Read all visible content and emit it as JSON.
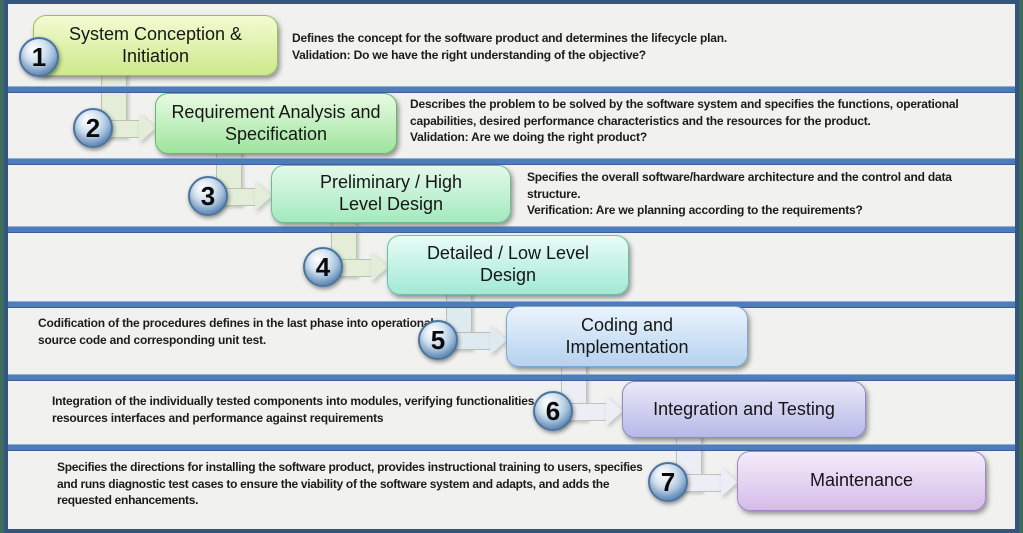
{
  "phases": [
    {
      "number": "1",
      "title": "System Conception & Initiation",
      "description": "Defines the concept for the software product and determines the lifecycle plan.\nValidation: Do we have the right understanding of the objective?",
      "colors": {
        "top": "#f3fbd2",
        "bottom": "#cde98c",
        "border": "#9fbf5f"
      }
    },
    {
      "number": "2",
      "title": "Requirement Analysis and Specification",
      "description": "Describes the problem to be solved by the software system and specifies the functions, operational capabilities, desired performance characteristics and the resources for the product.\nValidation: Are we doing the right product?",
      "colors": {
        "top": "#e9fbe3",
        "bottom": "#9de49d",
        "border": "#66ba66"
      }
    },
    {
      "number": "3",
      "title": "Preliminary / High Level Design",
      "description": "Specifies the overall software/hardware architecture and the control and data structure.\nVerification: Are we planning according to the requirements?",
      "colors": {
        "top": "#e4f9ea",
        "bottom": "#a3eabe",
        "border": "#6cc08e"
      }
    },
    {
      "number": "4",
      "title": "Detailed / Low Level Design",
      "description": "",
      "colors": {
        "top": "#e9fcf6",
        "bottom": "#a2e9d5",
        "border": "#6cc0a8"
      }
    },
    {
      "number": "5",
      "title": "Coding and Implementation",
      "description": "Codification of the procedures defines in the last phase into operational source code and corresponding unit test.",
      "colors": {
        "top": "#ebf4fd",
        "bottom": "#b5d2ef",
        "border": "#7fa8cf"
      }
    },
    {
      "number": "6",
      "title": "Integration and Testing",
      "description": "Integration of the individually tested components into modules, verifying functionalities, resources interfaces and performance against requirements",
      "colors": {
        "top": "#eaeaf9",
        "bottom": "#b7b8e8",
        "border": "#8a8cc8"
      }
    },
    {
      "number": "7",
      "title": "Maintenance",
      "description": "Specifies the directions for installing the software product, provides instructional training to users, specifies and runs diagnostic test cases to ensure the viability of the software system and adapts, and adds the requested enhancements.",
      "colors": {
        "top": "#f5ecfa",
        "bottom": "#d5bce9",
        "border": "#a586c5"
      }
    }
  ],
  "frame_colors": {
    "outer_teal": "#3e6c5a",
    "border_navy": "#32567f",
    "row_bg": "#f1f1ef",
    "divider_blue": "#4f7dba"
  }
}
